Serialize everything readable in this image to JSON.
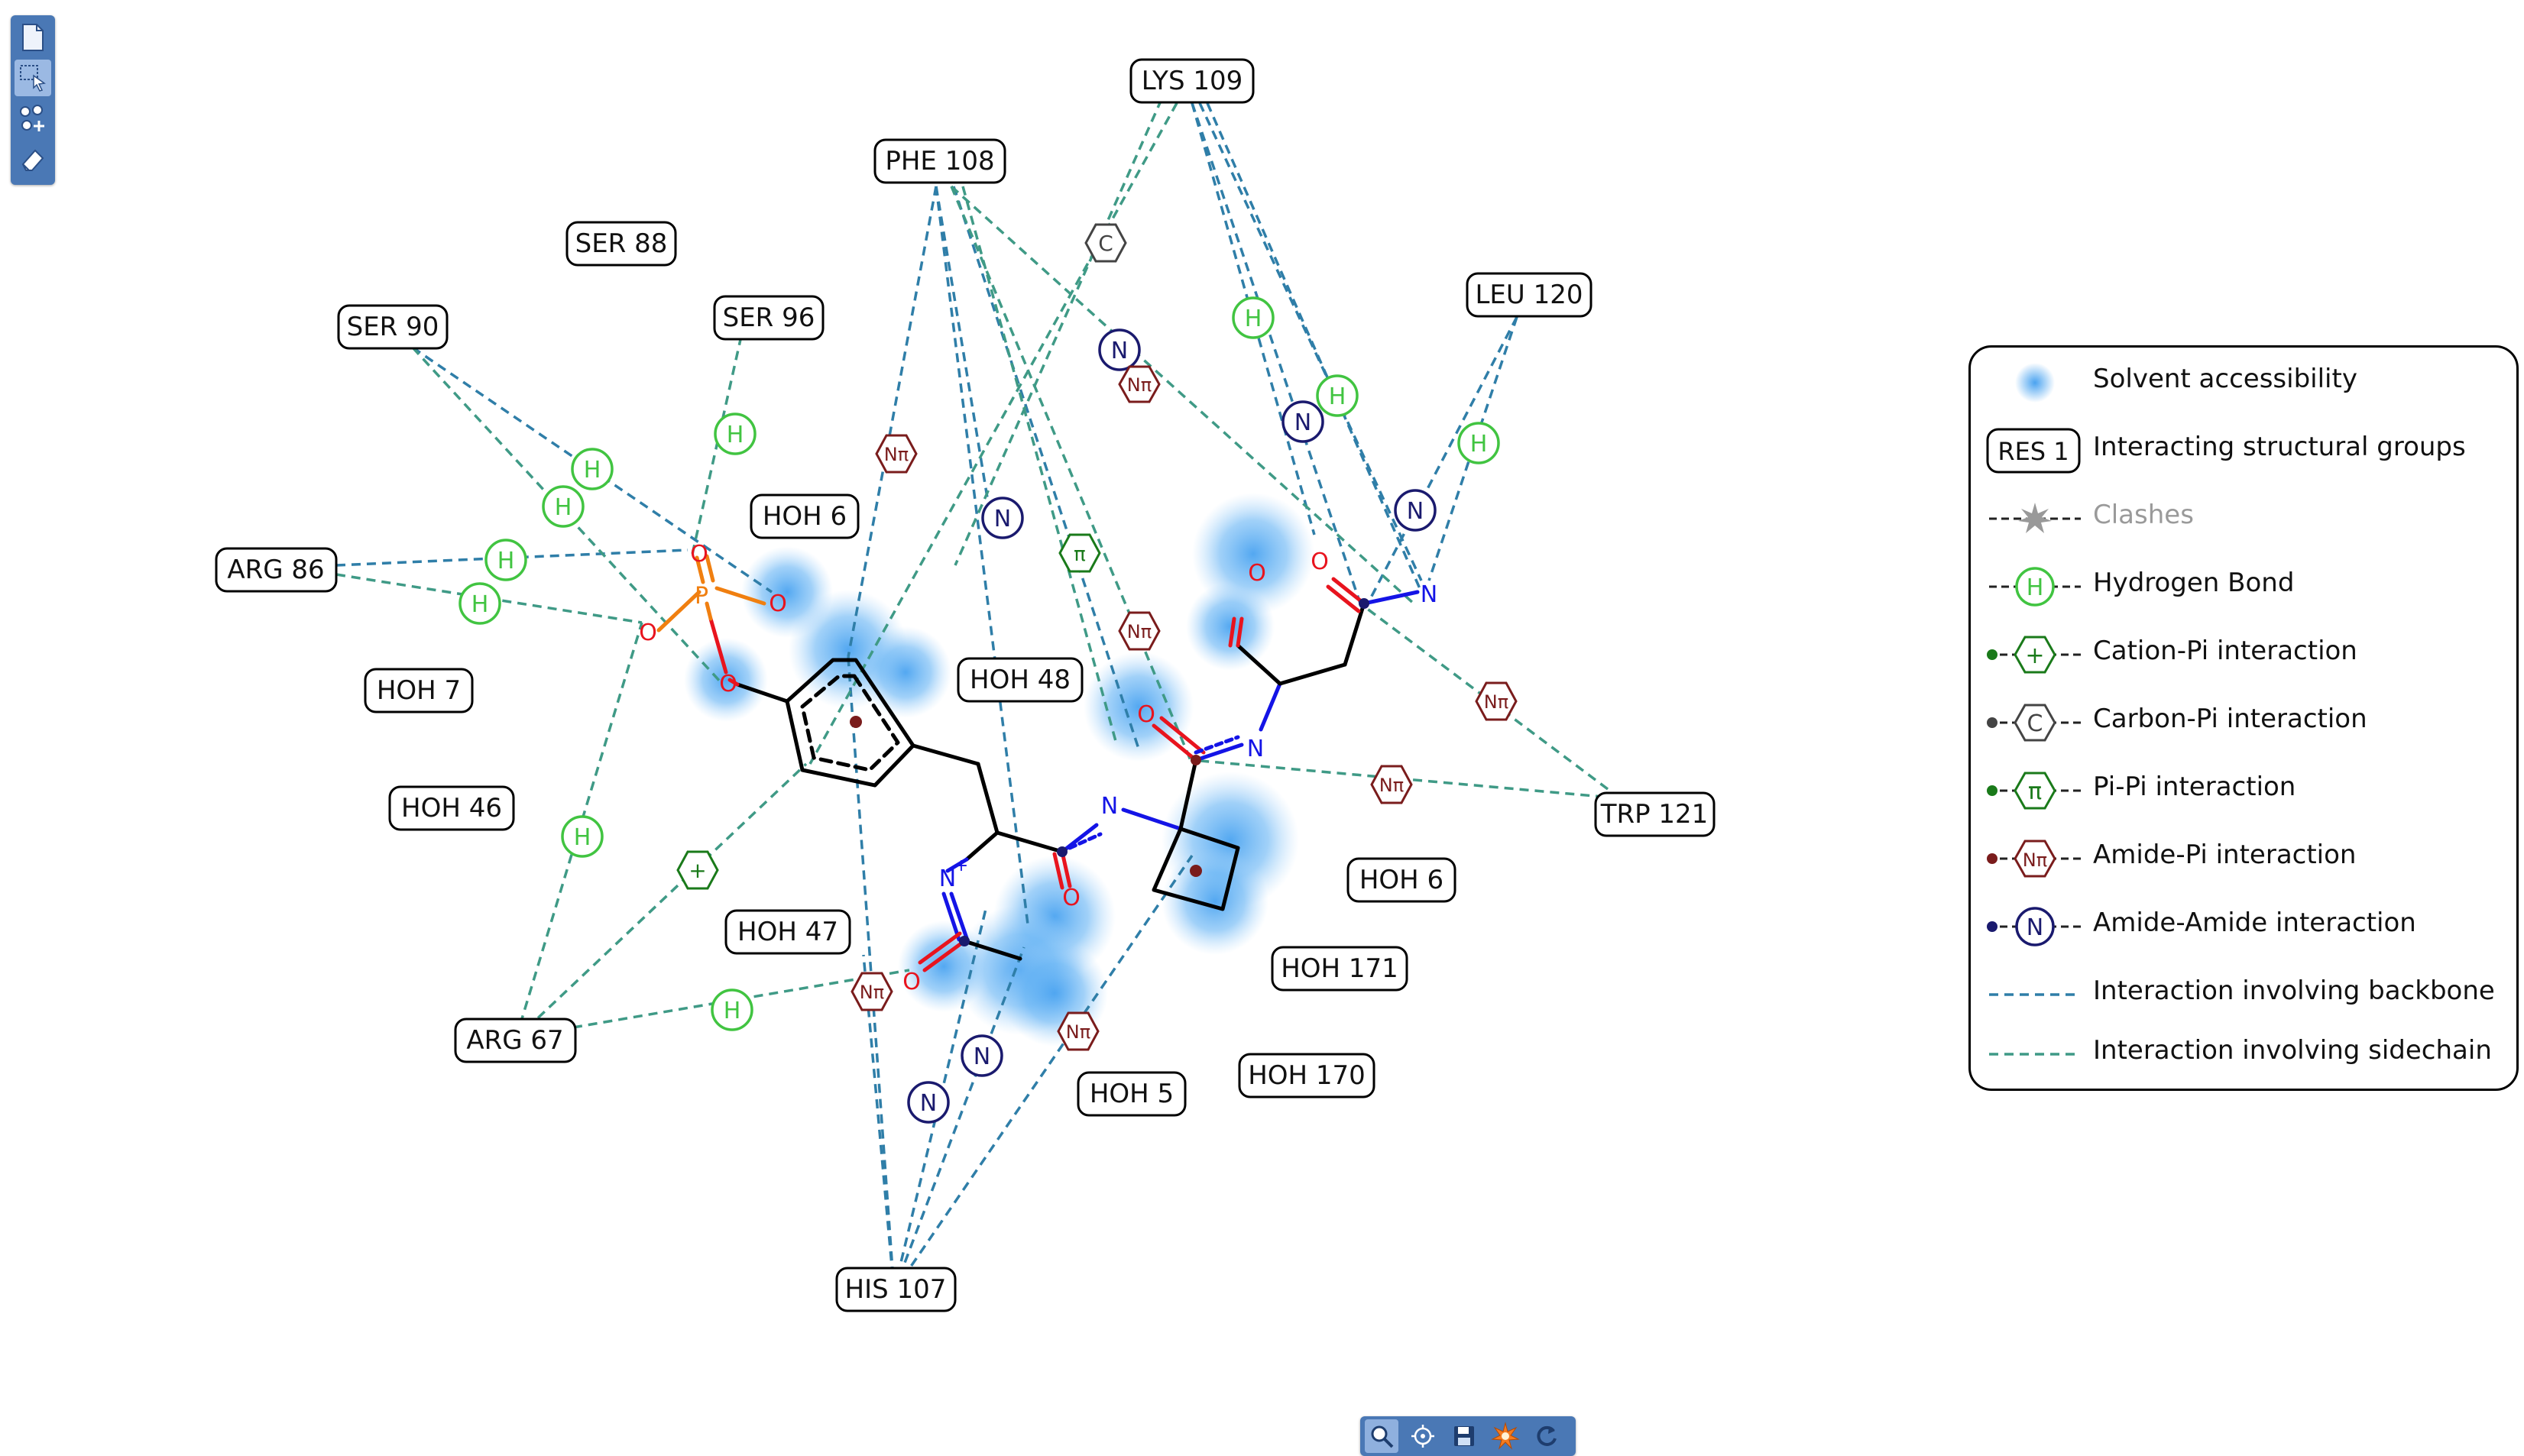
{
  "residues": [
    {
      "id": "lys109",
      "label": "LYS 109"
    },
    {
      "id": "phe108",
      "label": "PHE 108"
    },
    {
      "id": "ser88",
      "label": "SER 88"
    },
    {
      "id": "ser90",
      "label": "SER 90"
    },
    {
      "id": "ser96",
      "label": "SER 96"
    },
    {
      "id": "leu120",
      "label": "LEU 120"
    },
    {
      "id": "arg86",
      "label": "ARG 86"
    },
    {
      "id": "hoh6a",
      "label": "HOH 6"
    },
    {
      "id": "hoh7",
      "label": "HOH 7"
    },
    {
      "id": "hoh48",
      "label": "HOH 48"
    },
    {
      "id": "hoh46",
      "label": "HOH 46"
    },
    {
      "id": "trp121",
      "label": "TRP 121"
    },
    {
      "id": "hoh6b",
      "label": "HOH 6"
    },
    {
      "id": "hoh47",
      "label": "HOH 47"
    },
    {
      "id": "hoh171",
      "label": "HOH 171"
    },
    {
      "id": "arg67",
      "label": "ARG 67"
    },
    {
      "id": "hoh5",
      "label": "HOH 5"
    },
    {
      "id": "hoh170",
      "label": "HOH 170"
    },
    {
      "id": "his107",
      "label": "HIS 107"
    }
  ],
  "interaction_symbols": {
    "hbond": "H",
    "amide_amide": "N",
    "amide_pi": "Nπ",
    "pi_pi": "π",
    "cation_pi": "+",
    "carbon_pi": "C"
  },
  "atom_labels": {
    "phosphorus": "P",
    "oxygen": "O",
    "nitrogen": "N",
    "nitrogen_plus": "N",
    "plus": "+"
  },
  "legend": {
    "items": [
      {
        "id": "solvent",
        "label": "Solvent accessibility"
      },
      {
        "id": "groups",
        "label": "Interacting structural groups",
        "symbol": "RES 1"
      },
      {
        "id": "clashes",
        "label": "Clashes"
      },
      {
        "id": "hbond",
        "label": "Hydrogen Bond",
        "symbol": "H"
      },
      {
        "id": "cation",
        "label": "Cation-Pi interaction",
        "symbol": "+"
      },
      {
        "id": "carbon",
        "label": "Carbon-Pi interaction",
        "symbol": "C"
      },
      {
        "id": "pipi",
        "label": "Pi-Pi interaction",
        "symbol": "π"
      },
      {
        "id": "amidepi",
        "label": "Amide-Pi interaction",
        "symbol": "Nπ"
      },
      {
        "id": "amideamide",
        "label": "Amide-Amide interaction",
        "symbol": "N"
      },
      {
        "id": "backbone",
        "label": "Interaction involving backbone"
      },
      {
        "id": "sidechain",
        "label": "Interaction involving sidechain"
      }
    ]
  },
  "colors": {
    "backbone_line": "#2f7ea8",
    "sidechain_line": "#3f9a86",
    "hbond": "#41c441",
    "amide_amide": "#1a1a6e",
    "amide_pi": "#7a1c1c",
    "pi_pi": "#1a7a1a",
    "carbon_pi": "#444444",
    "oxygen": "#e8141e",
    "nitrogen": "#1414e6",
    "phosphorus": "#f07f10",
    "solvent": "#4aa3f0",
    "toolbar": "#4a78b5"
  }
}
